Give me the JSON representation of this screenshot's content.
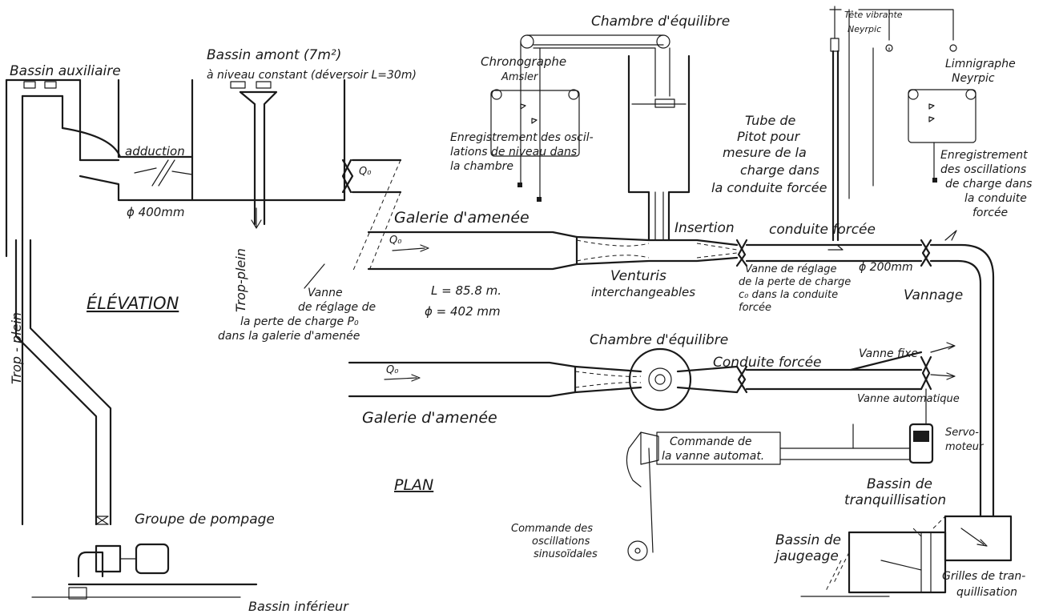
{
  "labels": {
    "bassin_auxiliaire": "Bassin auxiliaire",
    "bassin_amont_1": "Bassin amont (7m²)",
    "bassin_amont_2": "à niveau constant (déversoir L=30m)",
    "chambre_equilibre_top": "Chambre d'équilibre",
    "tete_vibrante_1": "Tête vibrante",
    "tete_vibrante_2": "Neyrpic",
    "chronographe_1": "Chronographe",
    "chronographe_2": "Amsler",
    "limnigraphe_1": "Limnigraphe",
    "limnigraphe_2": "Neyrpic",
    "enreg_niveau_1": "Enregistrement des oscil-",
    "enreg_niveau_2": "lations de niveau dans",
    "enreg_niveau_3": "la chambre",
    "tube_pitot_1": "Tube de",
    "tube_pitot_2": "Pitot pour",
    "tube_pitot_3": "mesure de la",
    "tube_pitot_4": "charge dans",
    "tube_pitot_5": "la conduite forcée",
    "enreg_charge_1": "Enregistrement",
    "enreg_charge_2": "des oscillations",
    "enreg_charge_3": "de charge dans",
    "enreg_charge_4": "la conduite",
    "enreg_charge_5": "forcée",
    "adduction": "adduction",
    "diam_400": "ϕ 400mm",
    "q0": "Q₀",
    "trop_plein": "Trop-plein",
    "trop_plein_left": "Trop - plein",
    "galerie_amenee": "Galerie d'amenée",
    "insertion": "Insertion",
    "conduite_forcee": "conduite forcée",
    "venturis_1": "Venturis",
    "venturis_2": "interchangeables",
    "vanne_reglage_1": "Vanne de réglage",
    "vanne_reglage_2": "de la perte de charge",
    "vanne_reglage_3": "c₀ dans la conduite",
    "vanne_reglage_4": "forcée",
    "diam_200": "ϕ 200mm",
    "vanne_galerie_1": "Vanne",
    "vanne_galerie_2": "de réglage de",
    "vanne_galerie_3": "la perte de charge P₀",
    "vanne_galerie_4": "dans la galerie d'amenée",
    "elevation": "ÉLÉVATION",
    "length": "L = 85.8 m.",
    "diameter": "ϕ = 402 mm",
    "vannage": "Vannage",
    "chambre_equilibre_plan": "Chambre d'équilibre",
    "conduite_forcee_plan": "Conduite forcée",
    "vanne_fixe": "Vanne fixe",
    "vanne_automatique": "Vanne automatique",
    "galerie_amenee_plan": "Galerie d'amenée",
    "commande_vanne_1": "Commande de",
    "commande_vanne_2": "la vanne automat.",
    "servomoteur_1": "Servo-",
    "servomoteur_2": "moteur",
    "plan": "PLAN",
    "bassin_tranq_1": "Bassin de",
    "bassin_tranq_2": "tranquillisation",
    "groupe_pompage": "Groupe de pompage",
    "commande_osc_1": "Commande des",
    "commande_osc_2": "oscillations",
    "commande_osc_3": "sinusoïdales",
    "bassin_jaugeage_1": "Bassin de",
    "bassin_jaugeage_2": "jaugeage",
    "grilles_1": "Grilles de tran-",
    "grilles_2": "quillisation",
    "bassin_inferieur": "Bassin inférieur"
  },
  "colors": {
    "ink": "#1a1a1a",
    "paper": "#ffffff"
  }
}
